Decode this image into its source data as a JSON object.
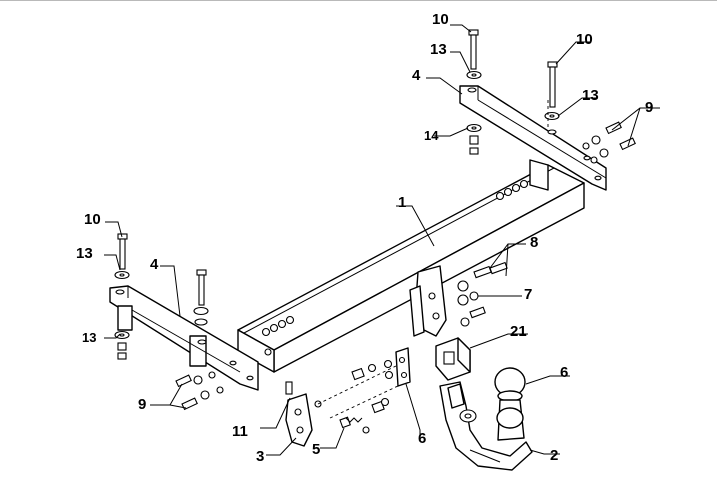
{
  "callouts": {
    "c1": "1",
    "c2": "2",
    "c3": "3",
    "c4_left": "4",
    "c4_right": "4",
    "c5": "5",
    "c6_ball": "6",
    "c6_plate": "6",
    "c7": "7",
    "c8": "8",
    "c9_left": "9",
    "c9_right": "9",
    "c10_top_left": "10",
    "c10_top_right": "10",
    "c10_left": "10",
    "c11": "11",
    "c13_top": "13",
    "c13_right": "13",
    "c13_left_top": "13",
    "c13_left_bottom": "13",
    "c14": "14",
    "c21": "21"
  }
}
